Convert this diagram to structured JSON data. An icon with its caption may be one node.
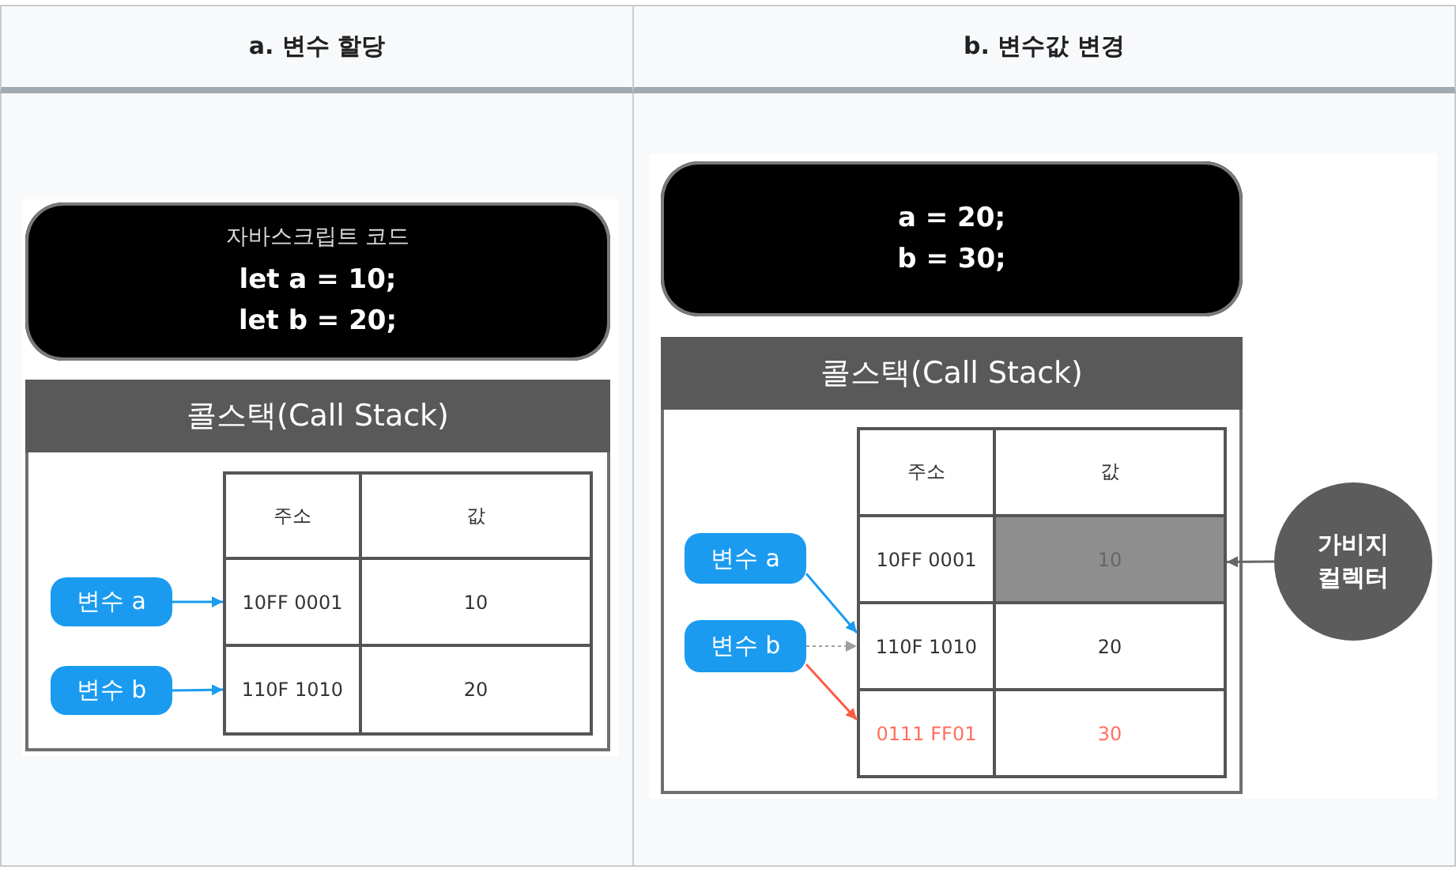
{
  "diagram": {
    "nodes": [
      {
        "text": [
          "자바스크립트 코드",
          "let a = 10;",
          "let b = 20;"
        ]
      },
      {
        "text": [
          "콜스택(Call Stack)"
        ]
      },
      {
        "text": [
          "주소"
        ],
        "in": 1
      },
      {
        "text": [
          "값"
        ],
        "in": 1
      },
      {
        "text": [
          "변수 a"
        ],
        "in": 1
      },
      {
        "text": [
          "10FF 0001"
        ],
        "in": 1
      },
      {
        "text": [
          "10"
        ],
        "in": 1
      },
      {
        "text": [
          "변수 b"
        ],
        "in": 1
      },
      {
        "text": [
          "110F 1010"
        ],
        "in": 1
      },
      {
        "text": [
          "20"
        ],
        "in": 1
      },
      {
        "text": [
          "a = 20;",
          "b = 30;"
        ]
      },
      {
        "text": [
          "콜스택(Call Stack)"
        ]
      },
      {
        "text": [
          "주소"
        ],
        "in": 11
      },
      {
        "text": [
          "값"
        ],
        "in": 11
      },
      {
        "text": [
          "변수 a"
        ],
        "in": 11
      },
      {
        "text": [
          "10FF 0001"
        ],
        "in": 11
      },
      {
        "text": [
          "10"
        ],
        "in": 11
      },
      {
        "text": [
          "변수 b"
        ],
        "in": 11
      },
      {
        "text": [
          "110F 1010"
        ],
        "in": 11
      },
      {
        "text": [
          "20"
        ],
        "in": 11
      },
      {
        "text": [
          "0111 FF01"
        ],
        "in": 11
      },
      {
        "text": [
          "30"
        ],
        "in": 11
      },
      {
        "text": [
          "가비지 컬렉터"
        ]
      }
    ],
    "edges": [
      {
        "from": 4,
        "to": 5,
        "arrow": "to"
      },
      {
        "from": 7,
        "to": 8,
        "arrow": "to"
      },
      {
        "from": 14,
        "to": 18,
        "arrow": "to"
      },
      {
        "from": 17,
        "to": 18,
        "arrow": "to",
        "style": "dashed",
        "color": "#9e9e9e"
      },
      {
        "from": 17,
        "to": 20,
        "arrow": "to",
        "color": "#ff5a45"
      },
      {
        "from": 22,
        "to": 16,
        "arrow": "to",
        "color": "#666666"
      }
    ],
    "labels": [
      "a. 변수 할당",
      "b. 변수값 변경"
    ]
  }
}
